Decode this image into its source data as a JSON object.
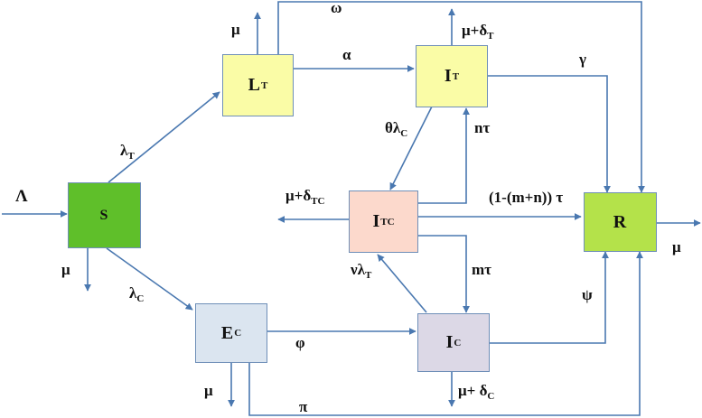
{
  "nodes": {
    "S": {
      "text": "S",
      "sub": "",
      "color": "#5fbf2a"
    },
    "LT": {
      "text": "L",
      "sub": "T",
      "color": "#fafca6"
    },
    "IT": {
      "text": "I",
      "sub": "T",
      "color": "#fafca6"
    },
    "ITC": {
      "text": "I",
      "sub": "TC",
      "color": "#fcd9cc"
    },
    "EC": {
      "text": "E",
      "sub": "C",
      "color": "#dbe5f0"
    },
    "IC": {
      "text": "I",
      "sub": "C",
      "color": "#dcd8e6"
    },
    "R": {
      "text": "R",
      "sub": "",
      "color": "#b4e24a"
    }
  },
  "labels": {
    "Lambda": {
      "text": "Λ",
      "sub": ""
    },
    "mu_S": {
      "text": "μ",
      "sub": ""
    },
    "lambda_T": {
      "text": "λ",
      "sub": "T"
    },
    "lambda_C": {
      "text": "λ",
      "sub": "C"
    },
    "mu_LT": {
      "text": "μ",
      "sub": ""
    },
    "omega": {
      "text": "ω",
      "sub": ""
    },
    "alpha": {
      "text": "α",
      "sub": ""
    },
    "mu_delta_T": {
      "text": "μ+δ",
      "sub": "T"
    },
    "gamma": {
      "text": "γ",
      "sub": ""
    },
    "theta_lambda_C": {
      "text": "θλ",
      "sub": "C"
    },
    "n_tau": {
      "text": "nτ",
      "sub": ""
    },
    "mu_delta_TC": {
      "text": "μ+δ",
      "sub": "TC"
    },
    "one_minus": {
      "text": "(1-(m+n)) τ",
      "sub": ""
    },
    "mu_R": {
      "text": "μ",
      "sub": ""
    },
    "nu_lambda_T": {
      "text": "νλ",
      "sub": "T"
    },
    "m_tau": {
      "text": "mτ",
      "sub": ""
    },
    "psi": {
      "text": "ψ",
      "sub": ""
    },
    "phi": {
      "text": "φ",
      "sub": ""
    },
    "mu_EC": {
      "text": "μ",
      "sub": ""
    },
    "mu_delta_C": {
      "text": "μ+ δ",
      "sub": "C"
    },
    "pi": {
      "text": "π",
      "sub": ""
    }
  },
  "colors": {
    "arrow": "#4a78b0",
    "border": "#6f8fb8"
  }
}
